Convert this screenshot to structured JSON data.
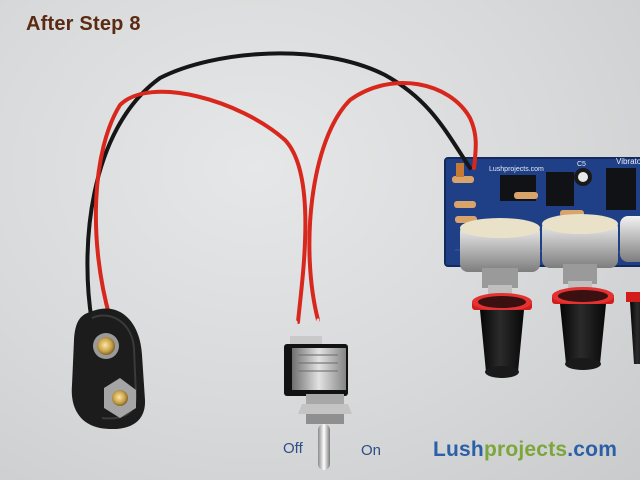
{
  "caption": {
    "title": "After Step 8",
    "off_label": "Off",
    "on_label": "On"
  },
  "brand": {
    "part1": "Lush",
    "part2": "projects",
    "part3": ".com"
  },
  "pcb_silkscreen": {
    "text": "Lushprojects.com",
    "component": "C5",
    "section": "Vibrato"
  },
  "colors": {
    "title": "#5a2a12",
    "switch_labels": "#2d4e86",
    "brand_blue": "#2b5fa8",
    "brand_green": "#7aa63a",
    "wire_red": "#d8271c",
    "wire_black": "#161616",
    "pcb_blue": "#1f3f86",
    "knob_red": "#d31d1d"
  }
}
